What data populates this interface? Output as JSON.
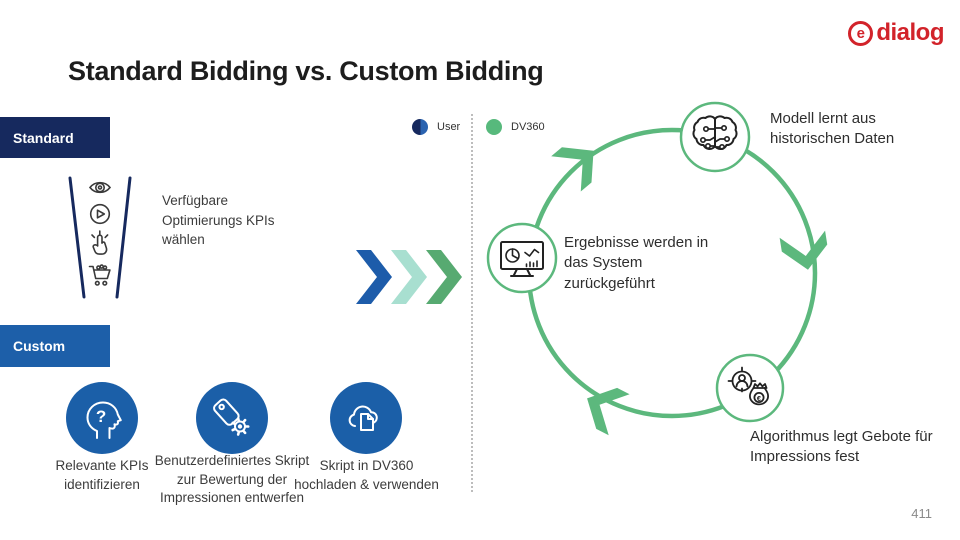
{
  "logo": {
    "circle_letter": "e",
    "wordmark": "dialog"
  },
  "title": "Standard Bidding vs. Custom Bidding",
  "standard_section": {
    "banner": "Standard",
    "funnel_caption": "Verfügbare Optimierungs KPIs wählen",
    "funnel_icons": [
      "eye-icon",
      "play-icon",
      "tap-icon",
      "cart-icon"
    ]
  },
  "custom_section": {
    "banner": "Custom",
    "steps": [
      {
        "icon": "head-question-icon",
        "label": "Relevante KPIs identifizieren"
      },
      {
        "icon": "tag-gear-icon",
        "label": "Benutzerdefiniertes Skript zur Bewertung der Impressionen entwerfen"
      },
      {
        "icon": "cloud-document-icon",
        "label": "Skript in DV360 hochladen & verwenden"
      }
    ]
  },
  "legend": {
    "user": {
      "label": "User",
      "color": "#16295e"
    },
    "dv360": {
      "label": "DV360",
      "color": "#57b97c"
    }
  },
  "cycle": {
    "nodes": [
      {
        "icon": "brain-icon",
        "label": "Modell lernt aus historischen Daten"
      },
      {
        "icon": "monitor-chart-icon",
        "label": "Ergebnisse werden in das System zurückgeführt"
      },
      {
        "icon": "bid-money-icon",
        "label": "Algorithmus legt Gebote für Impressions fest"
      }
    ]
  },
  "page_number": "411",
  "colors": {
    "navy": "#16295e",
    "blue": "#1d5fa9",
    "mint": "#a8dfd0",
    "green": "#5cb87d",
    "logo_red": "#d2232a"
  }
}
